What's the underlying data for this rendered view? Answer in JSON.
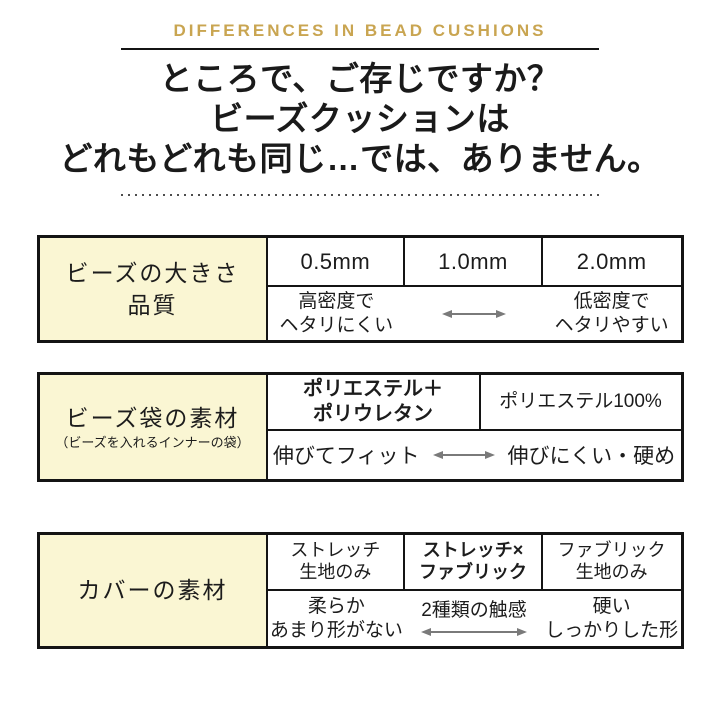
{
  "colors": {
    "accent_gold": "#c9a551",
    "panel_cream": "#faf6d3",
    "border_black": "#141414",
    "arrow_gray": "#7a7a7a"
  },
  "header": {
    "eyebrow": "DIFFERENCES IN BEAD CUSHIONS",
    "title_line1": "ところで、ご存じですか？",
    "title_line2": "ビーズクッションは",
    "title_line3": "どれもどれも同じ…では、ありません。"
  },
  "bead_size_table": {
    "row_header_line1": "ビーズの大きさ",
    "row_header_line2": "品質",
    "size1": "0.5mm",
    "size2": "1.0mm",
    "size3": "2.0mm",
    "scale_left_line1": "高密度で",
    "scale_left_line2": "ヘタリにくい",
    "scale_right_line1": "低密度で",
    "scale_right_line2": "ヘタリやすい"
  },
  "inner_bag_table": {
    "row_header": "ビーズ袋の素材",
    "row_header_note": "（ビーズを入れるインナーの袋）",
    "material1_line1": "ポリエステル＋",
    "material1_line2": "ポリウレタン",
    "material2": "ポリエステル100%",
    "scale_left": "伸びてフィット",
    "scale_right": "伸びにくい・硬め"
  },
  "cover_table": {
    "row_header": "カバーの素材",
    "material1_line1": "ストレッチ",
    "material1_line2": "生地のみ",
    "material2_line1": "ストレッチ×",
    "material2_line2": "ファブリック",
    "material3_line1": "ファブリック",
    "material3_line2": "生地のみ",
    "scale_left_line1": "柔らか",
    "scale_left_line2": "あまり形がない",
    "scale_center": "2種類の触感",
    "scale_right_line1": "硬い",
    "scale_right_line2": "しっかりした形"
  }
}
